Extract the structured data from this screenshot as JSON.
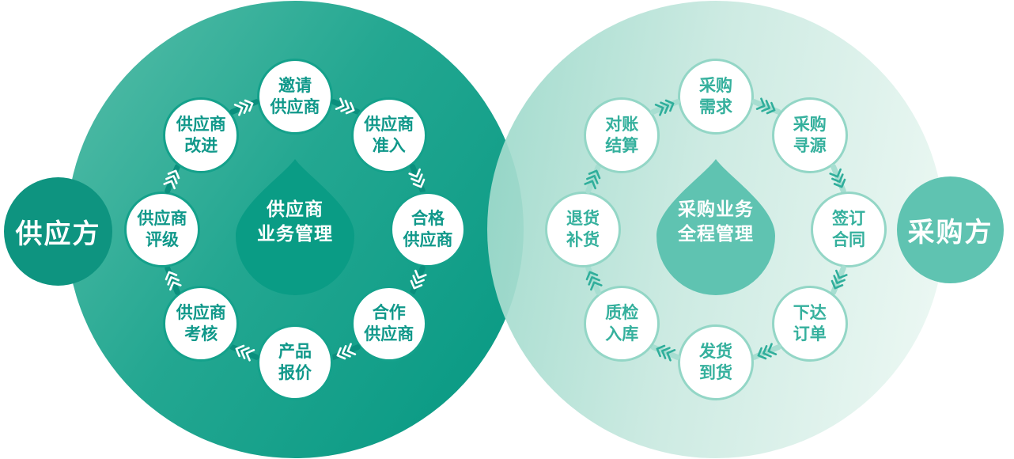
{
  "diagram": {
    "left": {
      "side_label": "供应方",
      "center": [
        "供应商",
        "业务管理"
      ],
      "nodes": [
        [
          "邀请",
          "供应商"
        ],
        [
          "供应商",
          "准入"
        ],
        [
          "合格",
          "供应商"
        ],
        [
          "合作",
          "供应商"
        ],
        [
          "产品",
          "报价"
        ],
        [
          "供应商",
          "考核"
        ],
        [
          "供应商",
          "评级"
        ],
        [
          "供应商",
          "改进"
        ]
      ]
    },
    "right": {
      "side_label": "采购方",
      "center": [
        "采购业务",
        "全程管理"
      ],
      "nodes": [
        [
          "采购",
          "需求"
        ],
        [
          "采购",
          "寻源"
        ],
        [
          "签订",
          "合同"
        ],
        [
          "下达",
          "订单"
        ],
        [
          "发货",
          "到货"
        ],
        [
          "质检",
          "入库"
        ],
        [
          "退货",
          "补货"
        ],
        [
          "对账",
          "结算"
        ]
      ]
    }
  },
  "colors": {
    "background": "#ffffff",
    "node_fill": "#ffffff",
    "left_circle_light": "#57bea9",
    "left_circle_dark": "#0d9c86",
    "left_droplet": "#0a9c85",
    "left_side_circle": "#0e9480",
    "left_node_border": "#14a18b",
    "left_node_text": "#10988a",
    "left_link": "#0a8f7d",
    "left_arrow": "#ffffff",
    "right_circle_light": "#9ad8c9",
    "right_circle_dark": "#eaf7f2",
    "right_droplet": "#5fc3b1",
    "right_side_circle": "#5fc3b1",
    "right_node_border": "#93d6c6",
    "right_node_text": "#35b09d",
    "right_link": "#a7ded1",
    "right_arrow": "#2fae9b"
  }
}
